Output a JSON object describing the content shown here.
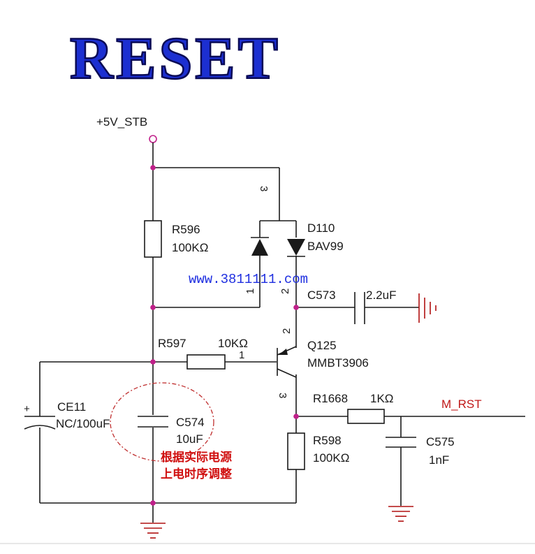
{
  "title": "RESET",
  "watermark": "www.3811111.com",
  "net_power": "+5V_STB",
  "net_output": "M_RST",
  "components": {
    "r596": {
      "ref": "R596",
      "value": "100KΩ"
    },
    "d110": {
      "ref": "D110",
      "value": "BAV99"
    },
    "c573": {
      "ref": "C573",
      "value": "2.2uF"
    },
    "r597": {
      "ref": "R597",
      "value": "10KΩ"
    },
    "q125": {
      "ref": "Q125",
      "value": "MMBT3906"
    },
    "ce11": {
      "ref": "CE11",
      "value": "NC/100uF"
    },
    "c574": {
      "ref": "C574",
      "value": "10uF"
    },
    "r1668": {
      "ref": "R1668",
      "value": "1KΩ"
    },
    "r598": {
      "ref": "R598",
      "value": "100KΩ"
    },
    "c575": {
      "ref": "C575",
      "value": "1nF"
    }
  },
  "pins": {
    "d110_3": "3",
    "d110_1": "1",
    "d110_2": "2",
    "q125_1": "1",
    "q125_2": "2",
    "q125_3": "3"
  },
  "polarity_mark": "+",
  "annotation": {
    "line1": "根据实际电源",
    "line2": "上电时序调整"
  },
  "colors": {
    "title": "#1c2fd1",
    "watermark": "#1f2fe0",
    "node": "#c0208a",
    "note": "#d01010",
    "net_output": "#c01818",
    "wire": "#1a1a1a"
  }
}
